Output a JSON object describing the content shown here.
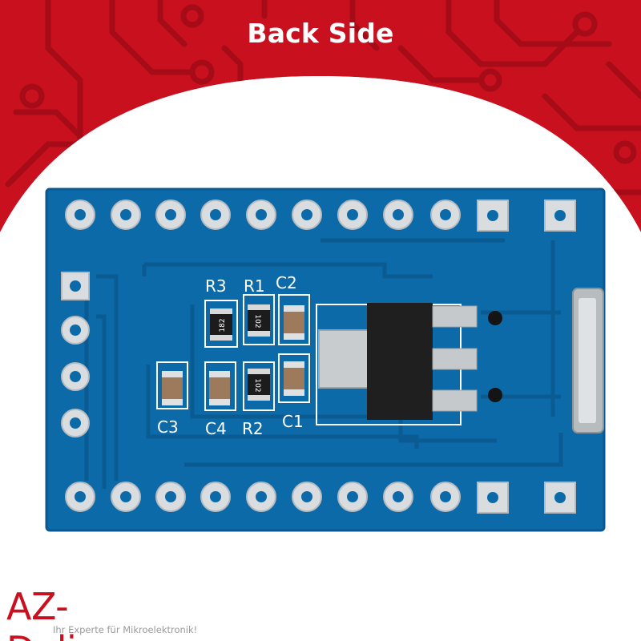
{
  "banner": {
    "title": "Back Side"
  },
  "board": {
    "silkscreen_labels": {
      "r3": "R3",
      "r1": "R1",
      "c2": "C2",
      "c3": "C3",
      "c4": "C4",
      "r2": "R2",
      "c1": "C1"
    },
    "resistor_codes": {
      "r3": "182",
      "r1": "102",
      "r2": "102"
    },
    "colors": {
      "pcb": "#0c6aa8",
      "pad": "#d9dde0",
      "trace": "#0a5b92",
      "regulator": "#1f1f1f"
    }
  },
  "brand": {
    "name": "AZ-Delivery",
    "tagline": "Ihr Experte für Mikroelektronik!",
    "color": "#c8101e"
  },
  "colors": {
    "banner_red": "#c8101e",
    "circuit_line": "#a90d19"
  }
}
